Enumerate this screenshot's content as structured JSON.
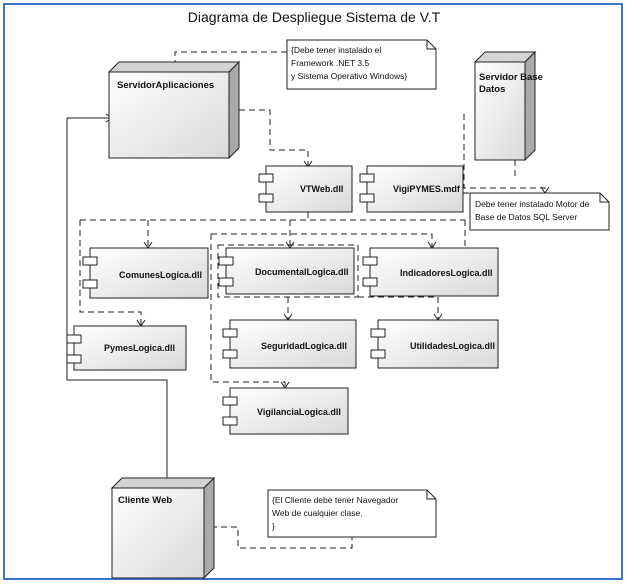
{
  "title": "Diagrama de Despliegue Sistema de V.T",
  "nodes": {
    "app_server": "ServidorAplicaciones",
    "db_server_line1": "Servidor Base",
    "db_server_line2": "Datos",
    "client": "Cliente Web"
  },
  "components": {
    "vtweb": "VTWeb.dll",
    "vigipymes": "VigiPYMES.mdf",
    "comunes": "ComunesLogica.dll",
    "documental": "DocumentalLogica.dll",
    "indicadores": "IndicadoresLogica.dll",
    "pymes": "PymesLogica.dll",
    "seguridad": "SeguridadLogica.dll",
    "utilidades": "UtilidadesLogica.dll",
    "vigilancia": "VigilanciaLogica.dll"
  },
  "notes": {
    "framework": [
      "{Debe tener instalado el",
      "Framework .NET 3.5",
      "y Sistema Operativo Windows}"
    ],
    "motor": [
      "Debe tener instalado Motor de",
      "Base de Datos SQL Server"
    ],
    "navegador": [
      "{El Cliente debe tener Navegador",
      "Web de cualquier clase.",
      "}"
    ]
  }
}
